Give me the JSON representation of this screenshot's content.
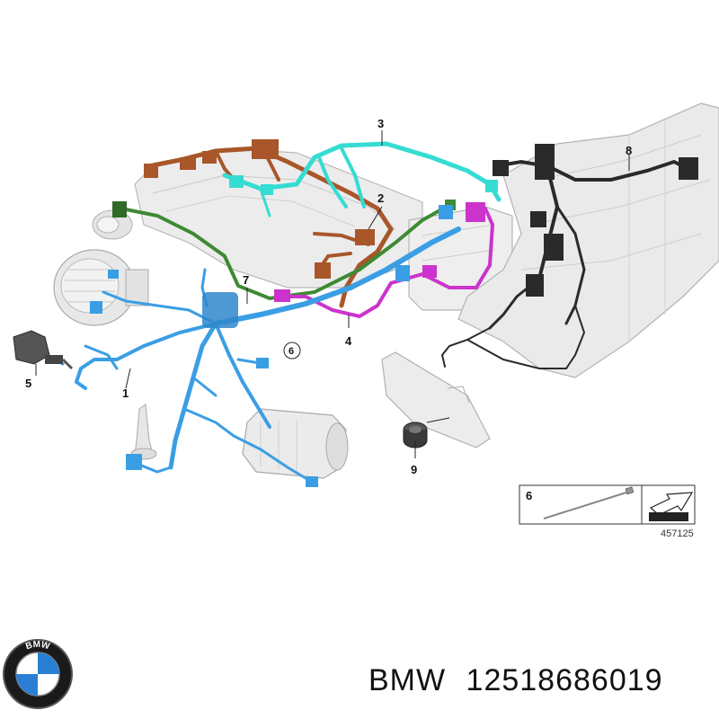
{
  "diagram": {
    "callouts": {
      "c1": "1",
      "c2": "2",
      "c3": "3",
      "c4": "4",
      "c5": "5",
      "c6": "6",
      "c7": "7",
      "c8": "8",
      "c9": "9"
    },
    "legend": {
      "item_number": "6",
      "ref_number": "457125"
    }
  },
  "brand": {
    "logo_letters": "BMW",
    "name": "BMW",
    "part_number": "12518686019"
  },
  "colors": {
    "harness_blue": "#3a9ee4",
    "harness_cyan": "#35dcd2",
    "harness_brown": "#a8562a",
    "harness_green": "#3e8a34",
    "harness_magenta": "#cc33cc",
    "harness_black": "#2a2a2a",
    "part_gray": "#e6e6e6"
  }
}
